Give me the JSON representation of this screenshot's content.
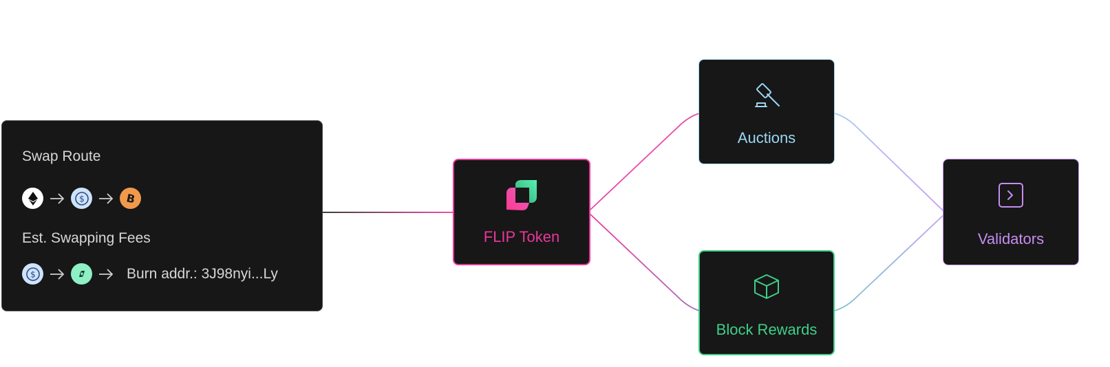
{
  "swap": {
    "title": "Swap Route",
    "fees_title": "Est. Swapping Fees",
    "route_icons": [
      "ethereum-icon",
      "usdc-icon",
      "bitcoin-icon"
    ],
    "fee_icons": [
      "usdc-icon",
      "flip-coin-icon"
    ],
    "burn_address": "Burn addr.: 3J98nyi...Ly"
  },
  "nodes": {
    "flip": {
      "label": "FLIP Token",
      "color": "#e8379b",
      "icon": "flip-logo-icon"
    },
    "auctions": {
      "label": "Auctions",
      "color": "#9ad7f2",
      "icon": "gavel-icon"
    },
    "rewards": {
      "label": "Block Rewards",
      "color": "#3fcf88",
      "icon": "cube-icon"
    },
    "validators": {
      "label": "Validators",
      "color": "#c58ef0",
      "icon": "terminal-icon"
    }
  }
}
